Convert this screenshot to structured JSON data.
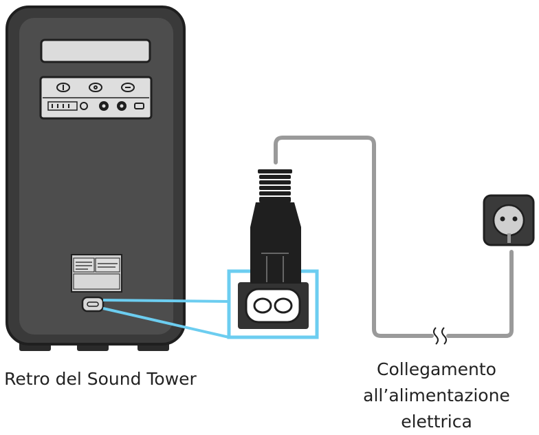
{
  "captions": {
    "speaker": "Retro del Sound Tower",
    "power": [
      "Collegamento",
      "all’alimentazione",
      "elettrica"
    ]
  },
  "colors": {
    "speaker_body": "#4a4a4a",
    "speaker_outline": "#222222",
    "highlight": "#6ccdf0",
    "cable": "#9a9a9a",
    "plug": "#1f1f1f"
  }
}
